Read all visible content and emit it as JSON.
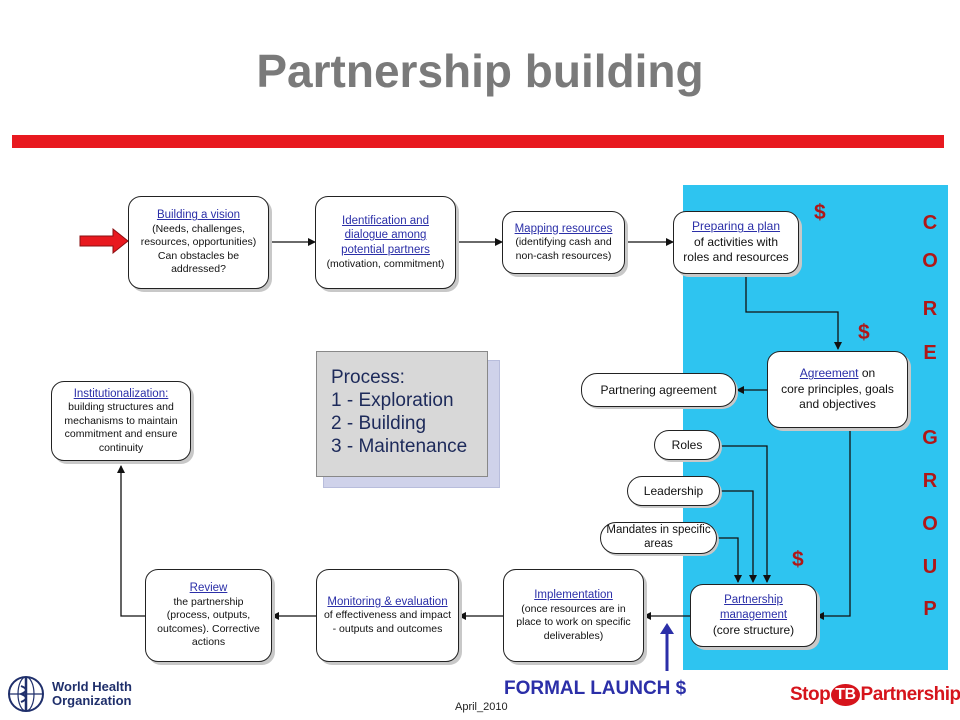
{
  "title": "Partnership building",
  "core_group_letters": [
    "C",
    "O",
    "R",
    "E",
    "G",
    "R",
    "O",
    "U",
    "P"
  ],
  "dollar_sign": "$",
  "boxes": {
    "vision": {
      "heading": "Building a vision",
      "body": "(Needs, challenges, resources, opportunities) Can obstacles be addressed?"
    },
    "identification": {
      "heading": "Identification and dialogue among potential partners",
      "body": "(motivation, commitment)"
    },
    "mapping": {
      "heading": "Mapping resources",
      "body": "(identifying cash and non-cash resources)"
    },
    "preparing": {
      "heading": "Preparing a plan",
      "body": "of activities with roles and resources"
    },
    "agreement": {
      "heading": "Agreement",
      "heading_suffix": " on",
      "body": "core principles, goals and objectives"
    },
    "partnership_management": {
      "heading": "Partnership management",
      "body": "(core structure)"
    },
    "implementation": {
      "heading": "Implementation",
      "body": "(once resources are in place to work on specific deliverables)"
    },
    "monitoring": {
      "heading": "Monitoring & evaluation",
      "body": "of effectiveness and impact - outputs and outcomes"
    },
    "review": {
      "heading": "Review",
      "body": "the partnership (process, outputs, outcomes). Corrective actions"
    },
    "institutionalization": {
      "heading": "Institutionalization:",
      "body": "building structures and mechanisms to maintain commitment and ensure continuity"
    }
  },
  "pills": {
    "partnering_agreement": "Partnering agreement",
    "roles": "Roles",
    "leadership": "Leadership",
    "mandates": "Mandates in specific areas"
  },
  "process": {
    "title": "Process:",
    "items": [
      "1 - Exploration",
      "2 - Building",
      "3 - Maintenance"
    ]
  },
  "formal_launch": "FORMAL LAUNCH  $",
  "date": "April_2010",
  "who_logo": {
    "line1": "World Health",
    "line2": "Organization"
  },
  "stoptb_logo": {
    "stop": "Stop",
    "tb": "TB",
    "partnership": "Partnership"
  },
  "colors": {
    "title_gray": "#7a7a7a",
    "red_bar": "#e8191f",
    "cyan_panel": "#2ec4f0",
    "dark_red": "#b01717",
    "link_blue": "#2b2fa8",
    "launch_blue": "#2b2fa8"
  },
  "icons": [
    "entry-arrow-icon",
    "who-emblem-icon",
    "launch-up-arrow-icon"
  ]
}
